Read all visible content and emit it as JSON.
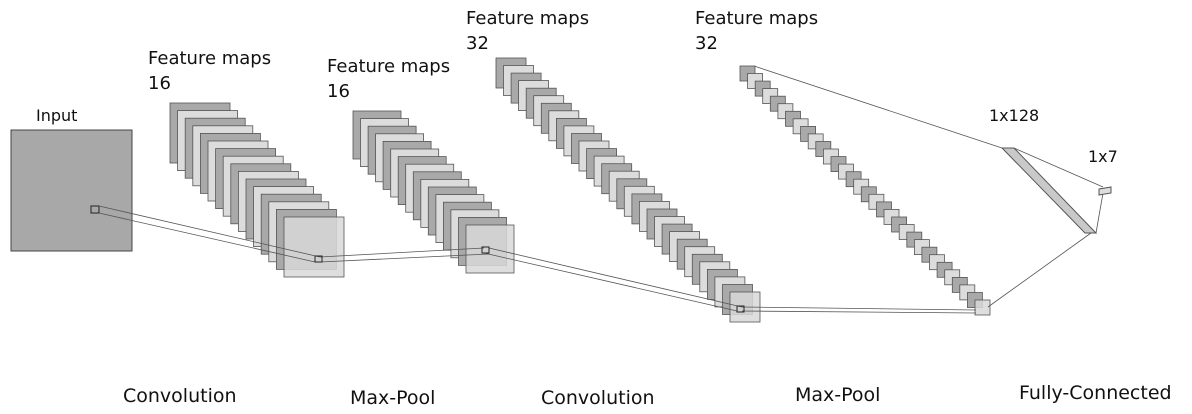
{
  "input_label": "Input",
  "feature_maps_label": "Feature maps",
  "conv1": {
    "count": "16",
    "stage": "Convolution"
  },
  "pool1": {
    "count": "16",
    "stage": "Max-Pool"
  },
  "conv2": {
    "count": "32",
    "stage": "Convolution"
  },
  "pool2": {
    "count": "32",
    "stage": "Max-Pool"
  },
  "fc": {
    "dim1": "1x128",
    "dim2": "1x7",
    "stage": "Fully-Connected"
  },
  "colors": {
    "input_fill": "#a8a8a8",
    "map_dark": "#a9a9a9",
    "map_light": "#dcdcdc",
    "line": "#555555"
  }
}
